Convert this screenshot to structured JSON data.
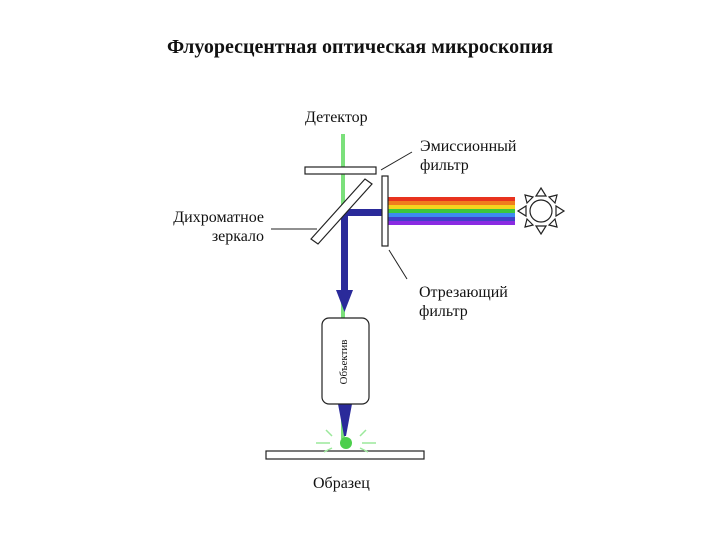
{
  "title": "Флуоресцентная оптическая микроскопия",
  "labels": {
    "detector": "Детектор",
    "emission_filter_line1": "Эмиссионный",
    "emission_filter_line2": "фильтр",
    "dichroic_mirror_line1": "Дихроматное",
    "dichroic_mirror_line2": "зеркало",
    "cutoff_filter_line1": "Отрезающий",
    "cutoff_filter_line2": "фильтр",
    "objective": "Объектив",
    "sample": "Образец"
  },
  "colors": {
    "emission_beam": "#7be07b",
    "excitation_beam": "#2a2a9a",
    "sample_dot": "#4ccf4c",
    "spectrum": [
      "#e8321e",
      "#f07d1e",
      "#f5d51e",
      "#3cc83c",
      "#3c8cf0",
      "#4040c8",
      "#8a2be2"
    ]
  },
  "icons": {
    "light_source": "sun-icon"
  }
}
